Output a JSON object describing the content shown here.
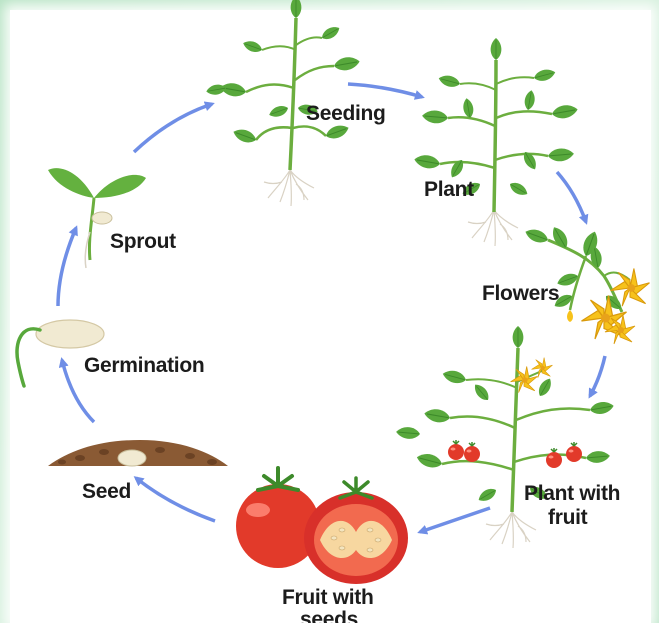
{
  "stages": [
    {
      "id": "seeding",
      "label": "Seeding"
    },
    {
      "id": "plant",
      "label": "Plant"
    },
    {
      "id": "flowers",
      "label": "Flowers"
    },
    {
      "id": "plant_with_fruit",
      "label_line1": "Plant with",
      "label_line2": "fruit"
    },
    {
      "id": "fruit_with_seeds",
      "label_line1": "Fruit with",
      "label_line2": "seeds"
    },
    {
      "id": "seed",
      "label": "Seed"
    },
    {
      "id": "germination",
      "label": "Germination"
    },
    {
      "id": "sprout",
      "label": "Sprout"
    }
  ],
  "colors": {
    "arrow": "#6f8ee6",
    "leaf": "#58a83c",
    "leaf_dark": "#3d8a2a",
    "stem": "#6cae3f",
    "root": "#d9d2c4",
    "flower": "#f7c21b",
    "tomato": "#e23a2a",
    "soil": "#8a5a34"
  },
  "icons": [
    "arrow-icon",
    "tomato-icon",
    "leaf-icon",
    "flower-icon",
    "seed-icon",
    "soil-icon"
  ]
}
